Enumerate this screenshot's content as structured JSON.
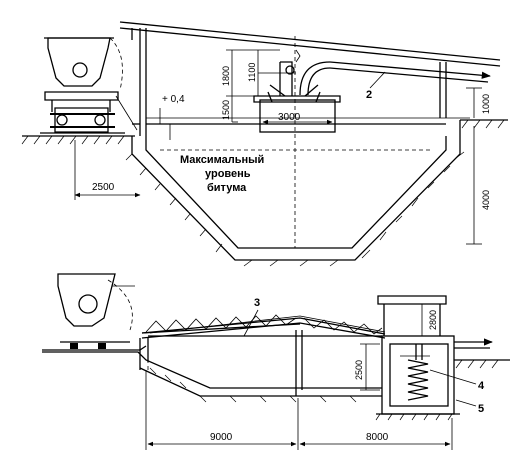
{
  "dimensions": {
    "d1800": "1800",
    "d1100": "1100",
    "d1500": "1500",
    "d3000": "3000",
    "d1000": "1000",
    "d4000": "4000",
    "d2500_top": "2500",
    "elev": "+ 0,4",
    "d2800": "2800",
    "d2500_bot": "2500",
    "d9000": "9000",
    "d8000": "8000"
  },
  "notes": {
    "line1": "Максимальный",
    "line2": "уровень",
    "line3": "битума"
  },
  "callouts": {
    "c2": "2",
    "c3": "3",
    "c4": "4",
    "c5": "5"
  }
}
